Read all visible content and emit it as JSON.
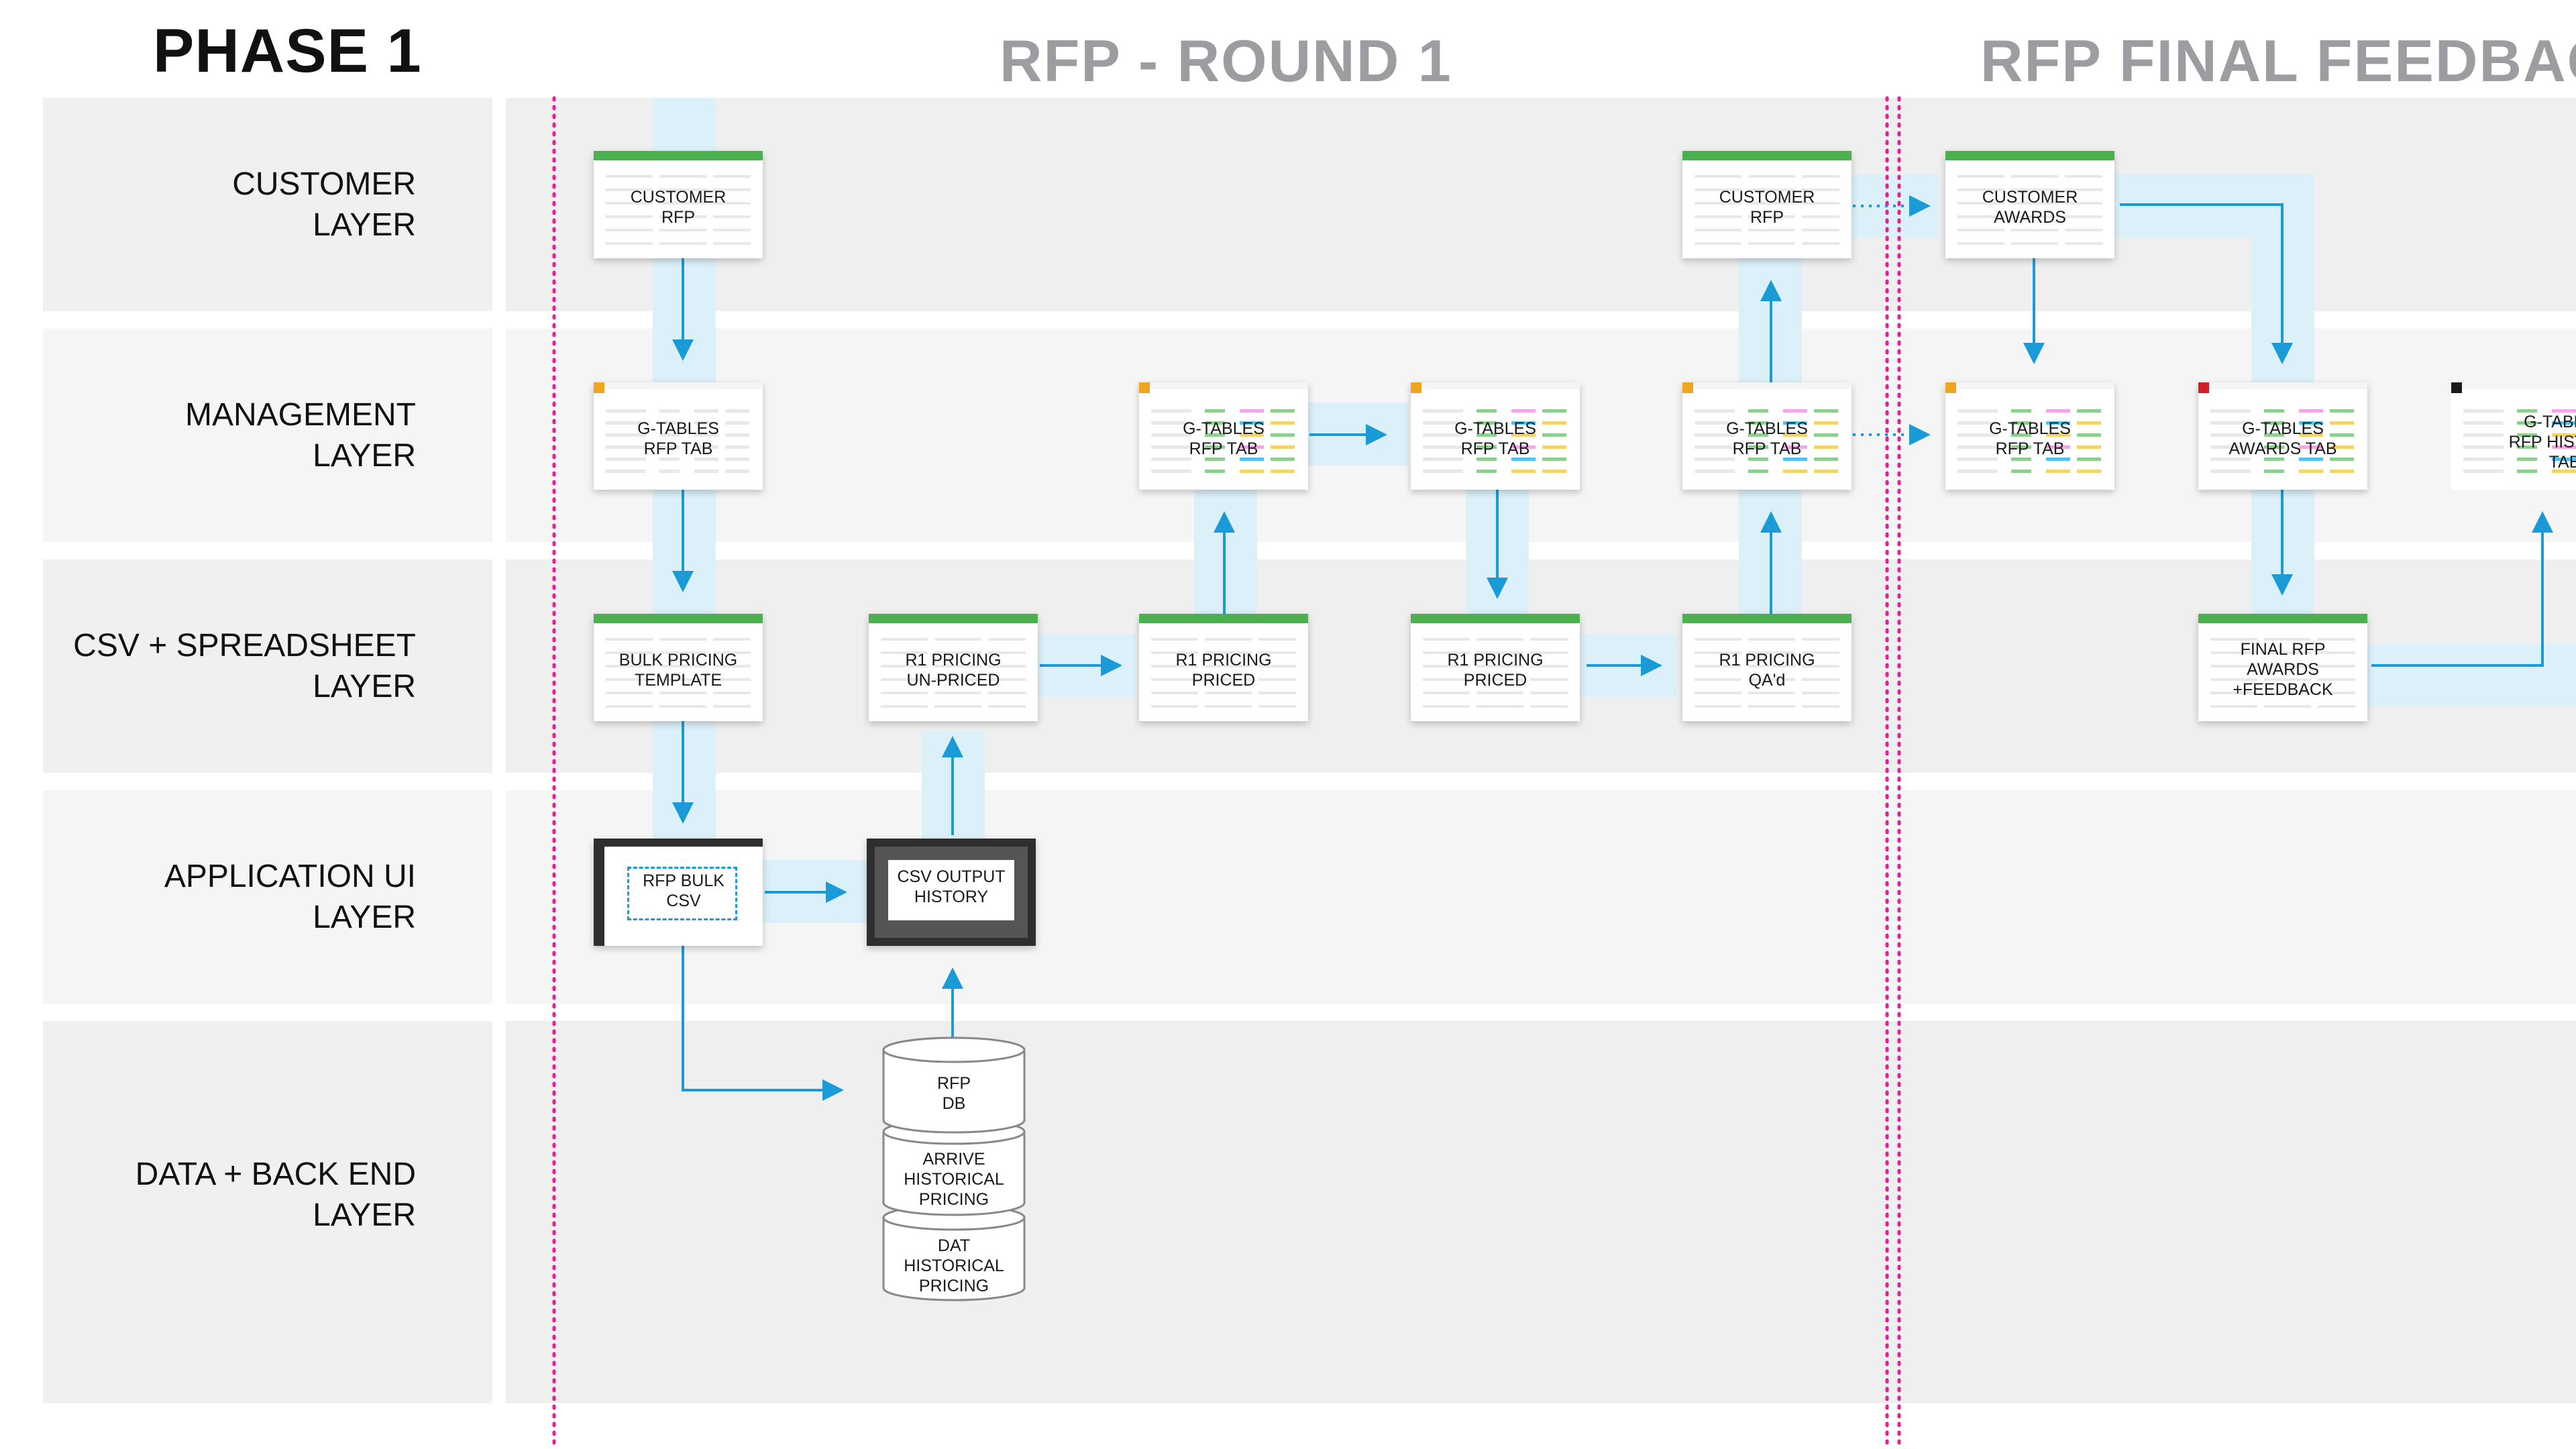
{
  "phase_title": "PHASE 1",
  "sections": {
    "round1": "RFP - ROUND 1",
    "final_feedback": "RFP FINAL FEEDBACK"
  },
  "layers": [
    {
      "line1": "CUSTOMER",
      "line2": "LAYER"
    },
    {
      "line1": "MANAGEMENT",
      "line2": "LAYER"
    },
    {
      "line1": "CSV + SPREADSHEET",
      "line2": "LAYER"
    },
    {
      "line1": "APPLICATION UI",
      "line2": "LAYER"
    },
    {
      "line1": "DATA + BACK END",
      "line2": "LAYER"
    }
  ],
  "cards": {
    "customer_rfp_1": {
      "l1": "CUSTOMER",
      "l2": "RFP"
    },
    "gtables_rfp_tab_1": {
      "l1": "G-TABLES",
      "l2": "RFP TAB"
    },
    "bulk_pricing_template": {
      "l1": "BULK PRICING",
      "l2": "TEMPLATE"
    },
    "rfp_bulk_csv": {
      "l1": "RFP BULK",
      "l2": "CSV"
    },
    "r1_unpriced": {
      "l1": "R1 PRICING",
      "l2": "UN-PRICED"
    },
    "csv_output_history": {
      "l1": "CSV OUTPUT",
      "l2": "HISTORY"
    },
    "gtables_rfp_tab_2": {
      "l1": "G-TABLES",
      "l2": "RFP TAB"
    },
    "r1_priced_1": {
      "l1": "R1 PRICING",
      "l2": "PRICED"
    },
    "gtables_rfp_tab_3": {
      "l1": "G-TABLES",
      "l2": "RFP TAB"
    },
    "r1_priced_2": {
      "l1": "R1 PRICING",
      "l2": "PRICED"
    },
    "customer_rfp_2": {
      "l1": "CUSTOMER",
      "l2": "RFP"
    },
    "gtables_rfp_tab_4": {
      "l1": "G-TABLES",
      "l2": "RFP TAB"
    },
    "r1_qad": {
      "l1": "R1 PRICING",
      "l2": "QA'd"
    },
    "customer_awards": {
      "l1": "CUSTOMER",
      "l2": "AWARDS"
    },
    "gtables_rfp_tab_5": {
      "l1": "G-TABLES",
      "l2": "RFP TAB"
    },
    "gtables_awards_tab": {
      "l1": "G-TABLES",
      "l2": "AWARDS TAB"
    },
    "final_rfp_awards": {
      "l1": "FINAL RFP",
      "l2": "AWARDS",
      "l3": "+FEEDBACK"
    },
    "gtables_rfp_history": {
      "l1": "G-TABLES",
      "l2": "RFP HISTORY",
      "l3": "TAB"
    }
  },
  "databases": {
    "rfp_db": {
      "l1": "RFP",
      "l2": "DB"
    },
    "arrive_historical": {
      "l1": "ARRIVE",
      "l2": "HISTORICAL",
      "l3": "PRICING"
    },
    "dat_historical": {
      "l1": "DAT",
      "l2": "HISTORICAL",
      "l3": "PRICING"
    }
  },
  "colors": {
    "arrow": "#1a9bd7",
    "flow_band": "#dcf0fa",
    "lane_bg": "#efefef",
    "label_bg": "#f0f0f0",
    "divider": "#e6208f",
    "bar_green": "#4caf50",
    "dark_frame": "#2e2e2e",
    "tag_orange": "#f0a51c",
    "tag_red": "#d21f26",
    "tag_black": "#1a1a1a"
  }
}
